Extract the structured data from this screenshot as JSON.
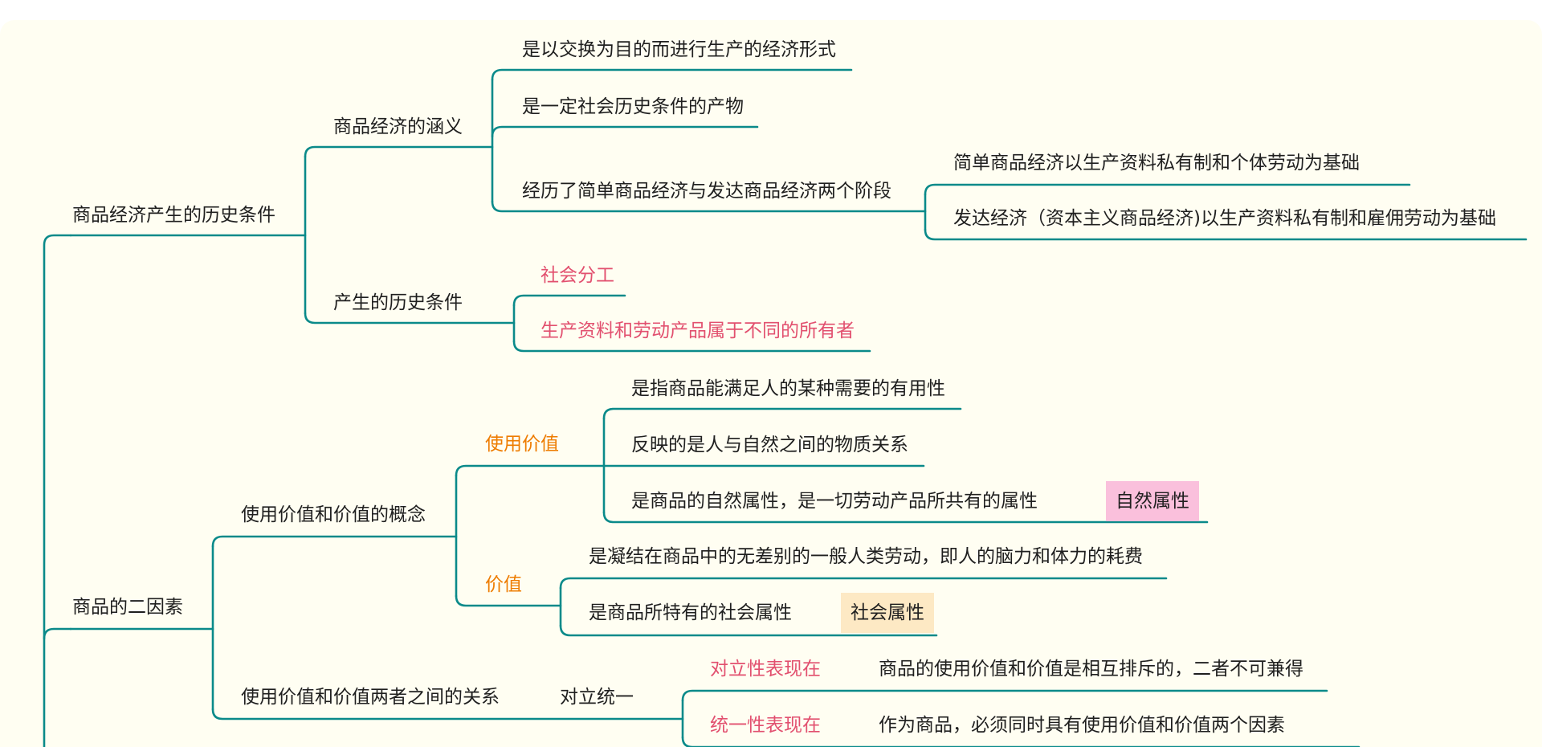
{
  "nodes": {
    "l1_history": "商品经济产生的历史条件",
    "l1_two_factors": "商品的二因素",
    "l2_meaning": "商品经济的涵义",
    "l2_conditions": "产生的历史条件",
    "l2_concept": "使用价值和价值的概念",
    "l2_relation": "使用价值和价值两者之间的关系",
    "m1": "是以交换为目的而进行生产的经济形式",
    "m2": "是一定社会历史条件的产物",
    "m3": "经历了简单商品经济与发达商品经济两个阶段",
    "m3a": "简单商品经济以生产资料私有制和个体劳动为基础",
    "m3b": "发达经济（资本主义商品经济)以生产资料私有制和雇佣劳动为基础",
    "c1": "社会分工",
    "c2": "生产资料和劳动产品属于不同的所有者",
    "use_value": "使用价值",
    "u1": "是指商品能满足人的某种需要的有用性",
    "u2": "反映的是人与自然之间的物质关系",
    "u3": "是商品的自然属性，是一切劳动产品所共有的属性",
    "u3_tag": "自然属性",
    "value": "价值",
    "v1": "是凝结在商品中的无差别的一般人类劳动，即人的脑力和体力的耗费",
    "v2": "是商品所特有的社会属性",
    "v2_tag": "社会属性",
    "unity": "对立统一",
    "opp_label": "对立性表现在",
    "opp_text": "商品的使用价值和价值是相互排斥的，二者不可兼得",
    "uni_label": "统一性表现在",
    "uni_text": "作为商品，必须同时具有使用价值和价值两个因素"
  },
  "colors": {
    "line": "#0a8a8a",
    "highlight_red": "#e2506f",
    "highlight_orange": "#ee7c00",
    "tag_pink": "#fac0dc",
    "tag_cream": "#fde9c4",
    "canvas": "#fffef2"
  }
}
